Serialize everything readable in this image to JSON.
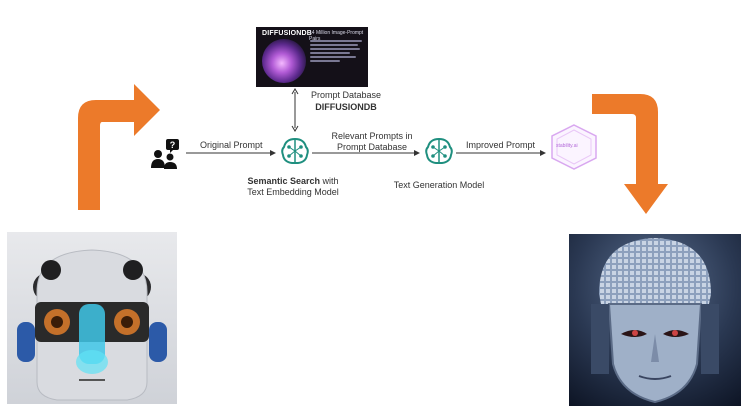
{
  "labels": {
    "original_prompt": "Original Prompt",
    "prompt_database": "Prompt Database",
    "diffusiondb": "DIFFUSIONDB",
    "relevant_line1": "Relevant Prompts in",
    "relevant_line2": "Prompt Database",
    "improved_prompt": "Improved Prompt",
    "semantic_bold": "Semantic Search",
    "semantic_rest": " with",
    "text_embedding_model": "Text Embedding Model",
    "text_generation_model": "Text Generation Model"
  },
  "diffusiondb_card": {
    "brand": "DIFFUSIONDB",
    "tagline": "14 Million Image-Prompt Pairs"
  },
  "stability_card": {
    "label": "stability.ai"
  },
  "colors": {
    "orange_arrow": "#ec7a2a",
    "teal_icon": "#1f8f7f",
    "stability_purple": "#b36ad9"
  },
  "icons": {
    "user": "user-question-icon",
    "model": "neural-network-icon"
  }
}
